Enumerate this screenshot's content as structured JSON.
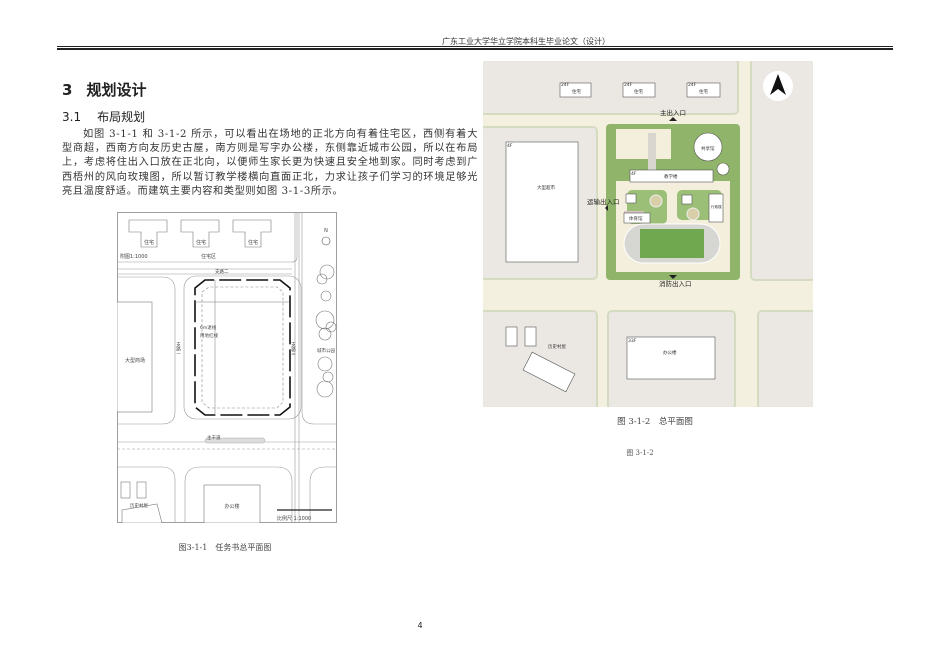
{
  "header": {
    "running_title": "广东工业大学华立学院本科生毕业论文（设计）"
  },
  "section": {
    "number": "3",
    "title": "规划设计"
  },
  "subsection": {
    "number": "3.1",
    "title": "布局规划"
  },
  "paragraph": "如图 3-1-1 和 3-1-2 所示，可以看出在场地的正北方向有着住宅区，西侧有着大型商超，西南方向友历史古屋，南方则是写字办公楼，东侧靠近城市公园，所以在布局上，考虑将住出入口放在正北向，以便师生家长更为快速且安全地到家。同时考虑到广西梧州的风向玫瑰图，所以暂订教学楼横向直面正北，力求让孩子们学习的环境足够光亮且温度舒适。而建筑主要内容和类型则如图 3-1-3所示。",
  "figure1": {
    "caption": "图3-1-1　任务书总平面图",
    "labels": {
      "residence": "住宅",
      "drawing_scale": "附图1:1000",
      "residential_area": "住宅区",
      "road_branch_2": "支路二",
      "setback_line": "6m退线",
      "red_line": "用地红线",
      "mall": "大型商场",
      "road_branch_1": "支路一",
      "road_branch_3": "支路三",
      "city_park": "城市公园",
      "main_road": "主干道",
      "historic_houses": "历史村屋",
      "office": "办公楼",
      "scale_bar": "比例尺 1:1000",
      "north": "N"
    }
  },
  "figure2": {
    "caption": "图 3-1-2　总平面图",
    "labels": {
      "residence": "住宅",
      "residence_floors": "24F",
      "main_entrance": "主出入口",
      "supermarket": "大型超市",
      "supermarket_floors": "4F",
      "shared_hall": "共享馆",
      "teaching_building": "教学楼",
      "teaching_floors": "4F",
      "transport_entrance": "运输出入口",
      "gym": "体育馆",
      "admin_building": "行政楼",
      "fire_entrance": "消防出入口",
      "historic_houses": "历史村屋",
      "office": "办公楼",
      "office_floors": "33F"
    }
  },
  "figure_ref_small": "图 3-1-2",
  "page_number": "4"
}
